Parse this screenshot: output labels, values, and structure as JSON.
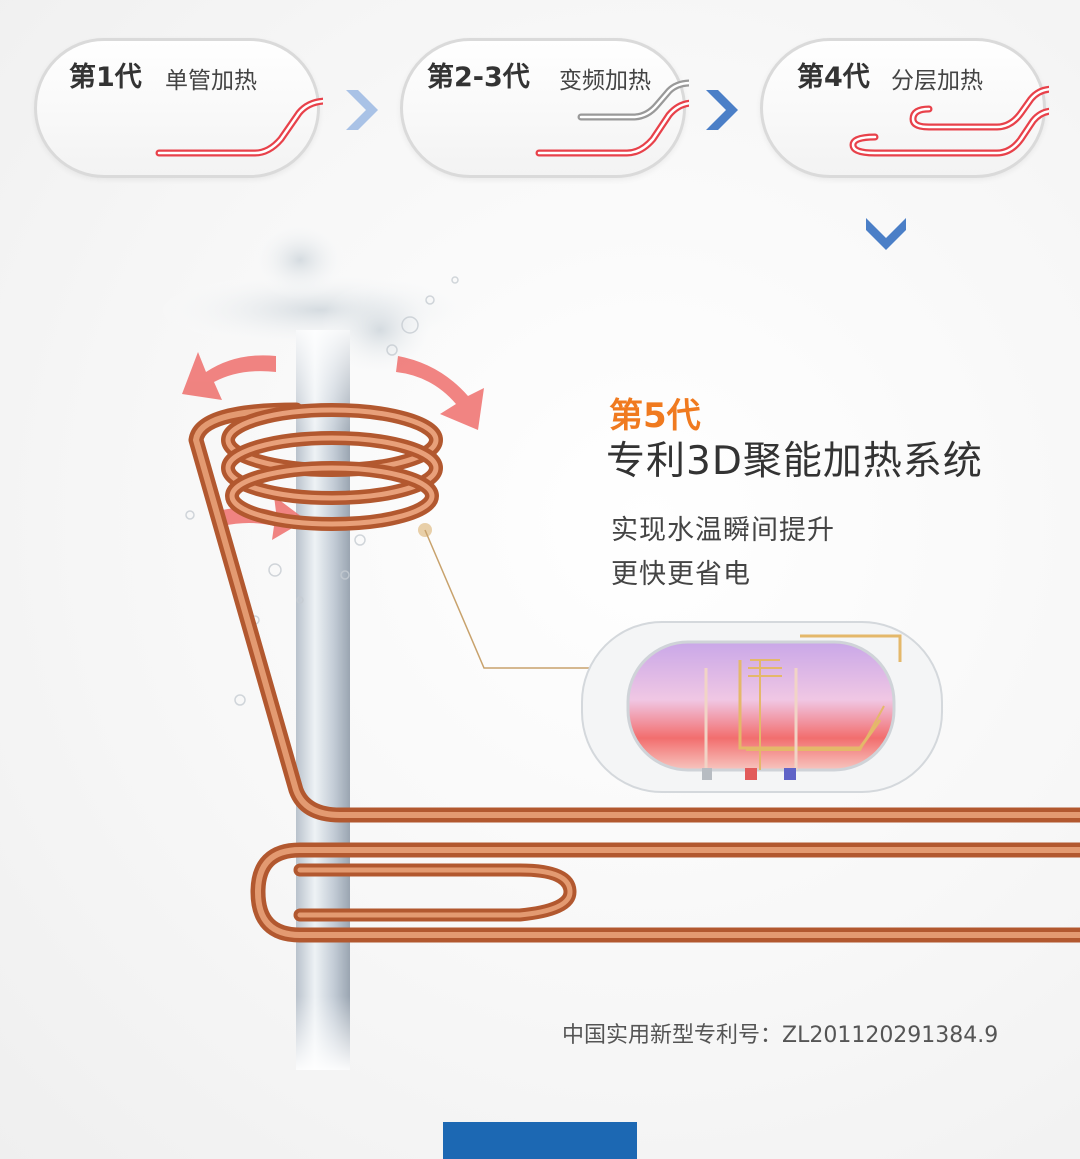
{
  "generations": [
    {
      "name": "第1代",
      "desc": "单管加热"
    },
    {
      "name": "第2-3代",
      "desc": "变频加热"
    },
    {
      "name": "第4代",
      "desc": "分层加热"
    }
  ],
  "feature": {
    "generation": "第5代",
    "title": "专利3D聚能加热系统",
    "lines": [
      "实现水温瞬间提升",
      "更快更省电"
    ]
  },
  "patent": "中国实用新型专利号：ZL201120291384.9",
  "colors": {
    "heater_red": "#e8414a",
    "heater_gray": "#999999",
    "arrow_blue": "#4b7fc7",
    "accent_orange": "#f07a1f",
    "copper": "#c8683e",
    "bar_blue": "#1c68b3"
  },
  "icons": [
    "chevron-right-icon",
    "chevron-right-icon",
    "chevron-down-icon"
  ]
}
